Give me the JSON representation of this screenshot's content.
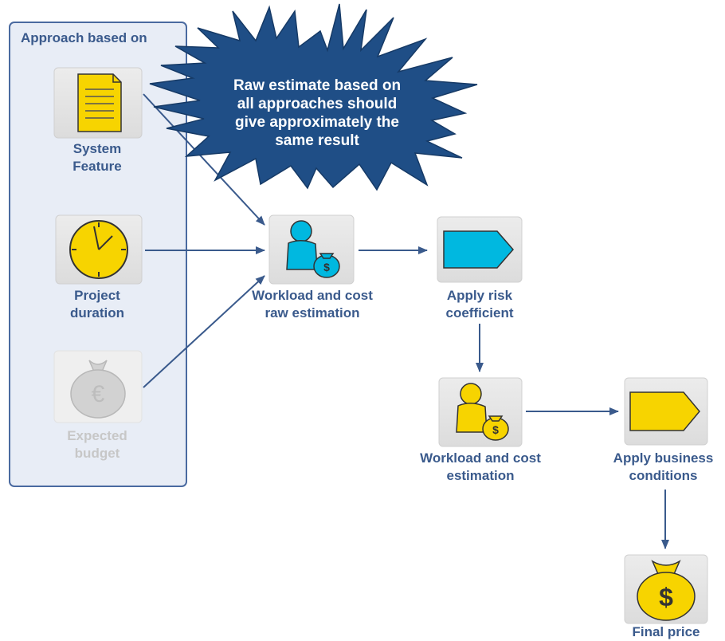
{
  "group": {
    "title": "Approach based on"
  },
  "callout": {
    "text": "Raw estimate based on\nall approaches should\ngive approximately the\nsame result"
  },
  "nodes": {
    "system_feature": {
      "label": "System\nFeature",
      "icon": "document-icon"
    },
    "project_duration": {
      "label": "Project\nduration",
      "icon": "clock-icon"
    },
    "expected_budget": {
      "label": "Expected\nbudget",
      "icon": "euro-money-bag-icon"
    },
    "raw_estimation": {
      "label": "Workload and cost\nraw estimation",
      "icon": "person-with-money-bag-icon"
    },
    "apply_risk": {
      "label": "Apply risk\ncoefficient",
      "icon": "tag-arrow-icon"
    },
    "estimation": {
      "label": "Workload and cost\nestimation",
      "icon": "person-with-money-bag-icon"
    },
    "apply_business": {
      "label": "Apply business\nconditions",
      "icon": "tag-arrow-icon"
    },
    "final_price": {
      "label": "Final price",
      "icon": "dollar-money-bag-icon"
    }
  },
  "colors": {
    "label": "#3a5a8c",
    "group_border": "#4a6aa0",
    "group_fill": "#e8edf6",
    "callout_fill": "#1f4e86",
    "arrow": "#3a5a8c",
    "yellow": "#f7d400",
    "cyan": "#00b8e0",
    "faded": "#c7c7c7"
  }
}
